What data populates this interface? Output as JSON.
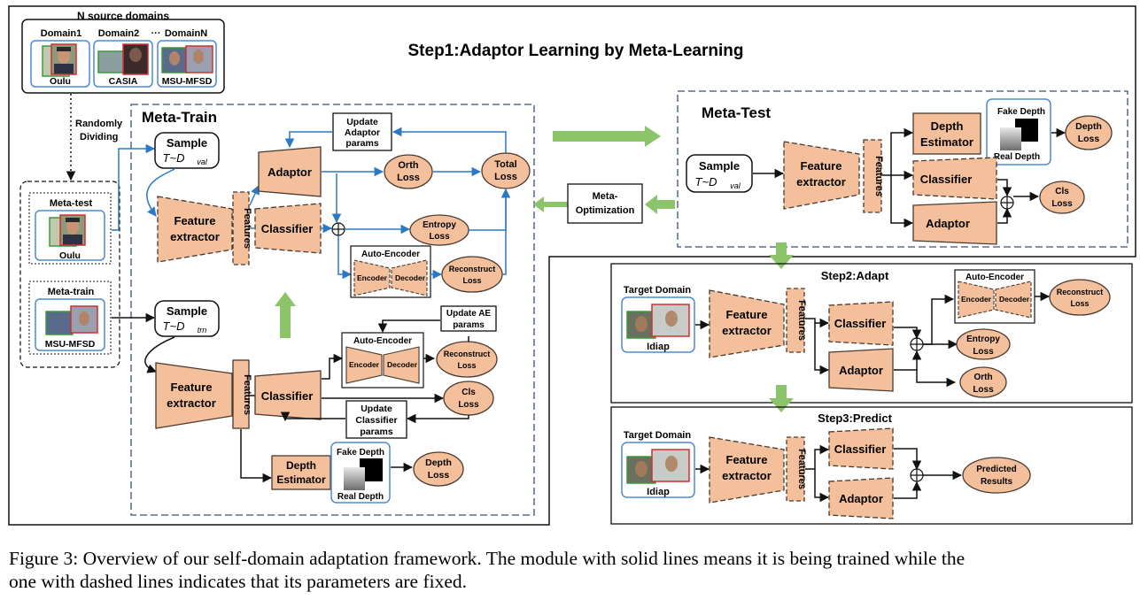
{
  "title": "Step1:Adaptor Learning by Meta-Learning",
  "source": {
    "header": "N source domains",
    "domains": [
      {
        "name": "Domain1",
        "dataset": "Oulu"
      },
      {
        "name": "Domain2",
        "dataset": "CASIA"
      },
      {
        "name": "DomainN",
        "dataset": "MSU-MFSD"
      }
    ],
    "ellipsis": "···",
    "dividing": [
      "Randomly",
      "Dividing"
    ]
  },
  "split": {
    "test_label": "Meta-test",
    "test_dataset": "Oulu",
    "train_label": "Meta-train",
    "train_dataset": "MSU-MFSD"
  },
  "meta_train": {
    "title": "Meta-Train",
    "sample": "Sample",
    "sample_val_tex": "T~D",
    "val_sub": "val",
    "trn_sub": "trn",
    "feature_extractor": [
      "Feature",
      "extractor"
    ],
    "features": "Features",
    "adaptor": "Adaptor",
    "classifier": "Classifier",
    "update_adaptor": [
      "Update",
      "Adaptor",
      "params"
    ],
    "orth_loss": [
      "Orth",
      "Loss"
    ],
    "total_loss": [
      "Total",
      "Loss"
    ],
    "entropy_loss": [
      "Entropy",
      "Loss"
    ],
    "auto_encoder": "Auto-Encoder",
    "encoder": "Encoder",
    "decoder": "Decoder",
    "reconstruct_loss": [
      "Reconstruct",
      "Loss"
    ],
    "update_ae": [
      "Update AE",
      "params"
    ],
    "cls_loss": [
      "Cls",
      "Loss"
    ],
    "update_classifier": [
      "Update",
      "Classifier",
      "params"
    ],
    "depth_estimator": [
      "Depth",
      "Estimator"
    ],
    "fake_depth": "Fake Depth",
    "real_depth": "Real Depth",
    "depth_loss": [
      "Depth",
      "Loss"
    ]
  },
  "meta_opt": [
    "Meta-",
    "Optimization"
  ],
  "meta_test": {
    "title": "Meta-Test",
    "cls_loss": [
      "Cls",
      "Loss"
    ]
  },
  "step2": {
    "title": "Step2:Adapt",
    "target": "Target Domain",
    "dataset": "Idiap",
    "entropy": [
      "Entropy",
      "Loss"
    ],
    "orth": [
      "Orth",
      "Loss"
    ]
  },
  "step3": {
    "title": "Step3:Predict",
    "predicted": [
      "Predicted",
      "Results"
    ]
  },
  "caption": [
    "Figure 3: Overview of our self-domain adaptation framework. The module with solid lines means it is being trained while the",
    "one with dashed lines indicates that its parameters are fixed."
  ],
  "colors": {
    "module_fill": "#f4c09b",
    "module_stroke": "#4a3a30",
    "flow_blue": "#2b78c5",
    "arrow_green": "#8cc46a",
    "frame_dash": "#3d4f7a",
    "card_border": "#4e8ad4"
  }
}
